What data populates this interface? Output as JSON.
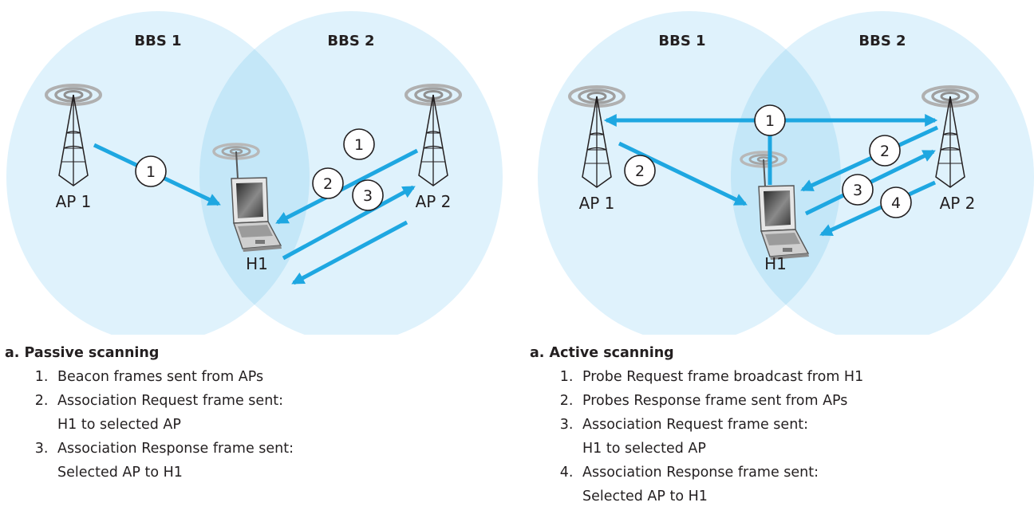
{
  "colors": {
    "bss_fill": "#dff2fc",
    "overlap_fill": "#c4e7f8",
    "arrow": "#1ea7e1",
    "badge_fill": "#ffffff",
    "stroke": "#231f20",
    "signal": "#9a9a9a"
  },
  "passive": {
    "bss1_label": "BBS 1",
    "bss2_label": "BBS 2",
    "ap1_label": "AP 1",
    "ap2_label": "AP 2",
    "host_label": "H1",
    "steps": [
      {
        "badge": "1",
        "from": "AP 1",
        "to": "H1"
      },
      {
        "badge": "1",
        "from": "AP 2",
        "to": "H1"
      },
      {
        "badge": "2",
        "from": "H1",
        "to": "AP 2"
      },
      {
        "badge": "3",
        "from": "AP 2",
        "to": "H1"
      }
    ],
    "caption": {
      "title": "a. Passive scanning",
      "items": [
        {
          "line1": "Beacon frames sent from APs",
          "line2": ""
        },
        {
          "line1": "Association Request frame sent:",
          "line2": "H1 to selected AP"
        },
        {
          "line1": "Association Response frame sent:",
          "line2": "Selected AP to H1"
        }
      ]
    }
  },
  "active": {
    "bss1_label": "BBS 1",
    "bss2_label": "BBS 2",
    "ap1_label": "AP 1",
    "ap2_label": "AP 2",
    "host_label": "H1",
    "steps": [
      {
        "badge": "1",
        "from": "H1",
        "to": "AP 1 and AP 2"
      },
      {
        "badge": "2",
        "from": "AP 1",
        "to": "H1"
      },
      {
        "badge": "2",
        "from": "AP 2",
        "to": "H1"
      },
      {
        "badge": "3",
        "from": "H1",
        "to": "AP 2"
      },
      {
        "badge": "4",
        "from": "AP 2",
        "to": "H1"
      }
    ],
    "caption": {
      "title": "a. Active scanning",
      "items": [
        {
          "line1": "Probe Request frame broadcast from H1",
          "line2": ""
        },
        {
          "line1": "Probes Response frame sent from APs",
          "line2": ""
        },
        {
          "line1": "Association Request frame sent:",
          "line2": "H1 to selected AP"
        },
        {
          "line1": "Association Response frame sent:",
          "line2": "Selected AP to H1"
        }
      ]
    }
  }
}
